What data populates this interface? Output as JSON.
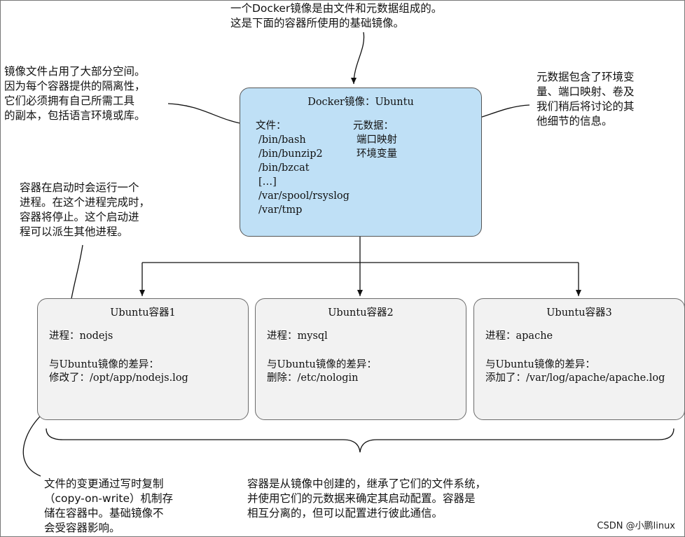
{
  "notes": {
    "top": "一个Docker镜像是由文件和元数据组成的。\n这是下面的容器所使用的基础镜像。",
    "left_files": "镜像文件占用了大部分空间。\n因为每个容器提供的隔离性，\n它们必须拥有自己所需工具\n的副本，包括语言环境或库。",
    "right_meta": "元数据包含了环境变\n量、端口映射、卷及\n我们稍后将讨论的其\n他细节的信息。",
    "left_process": "容器在启动时会运行一个\n进程。在这个进程完成时，\n容器将停止。这个启动进\n程可以派生其他进程。",
    "bottom_cow": "文件的变更通过写时复制\n（copy-on-write）机制存\n储在容器中。基础镜像不\n会受容器影响。",
    "bottom_isolation": "容器是从镜像中创建的，继承了它们的文件系统，\n并使用它们的元数据来确定其启动配置。容器是\n相互分离的，但可以配置进行彼此通信。"
  },
  "image": {
    "title": "Docker镜像：Ubuntu",
    "files_label": "文件：",
    "files": [
      "/bin/bash",
      "/bin/bunzip2",
      "/bin/bzcat",
      "[…]",
      "/var/spool/rsyslog",
      "/var/tmp"
    ],
    "meta_label": "元数据：",
    "meta": [
      "端口映射",
      "环境变量"
    ]
  },
  "containers": [
    {
      "title": "Ubuntu容器1",
      "process": "进程：nodejs",
      "diff_label": "与Ubuntu镜像的差异：",
      "diff": "修改了：/opt/app/nodejs.log"
    },
    {
      "title": "Ubuntu容器2",
      "process": "进程：mysql",
      "diff_label": "与Ubuntu镜像的差异：",
      "diff": "删除：/etc/nologin"
    },
    {
      "title": "Ubuntu容器3",
      "process": "进程：apache",
      "diff_label": "与Ubuntu镜像的差异：",
      "diff": "添加了：/var/log/apache/apache.log"
    }
  ],
  "watermark": "CSDN @小鹏linux"
}
